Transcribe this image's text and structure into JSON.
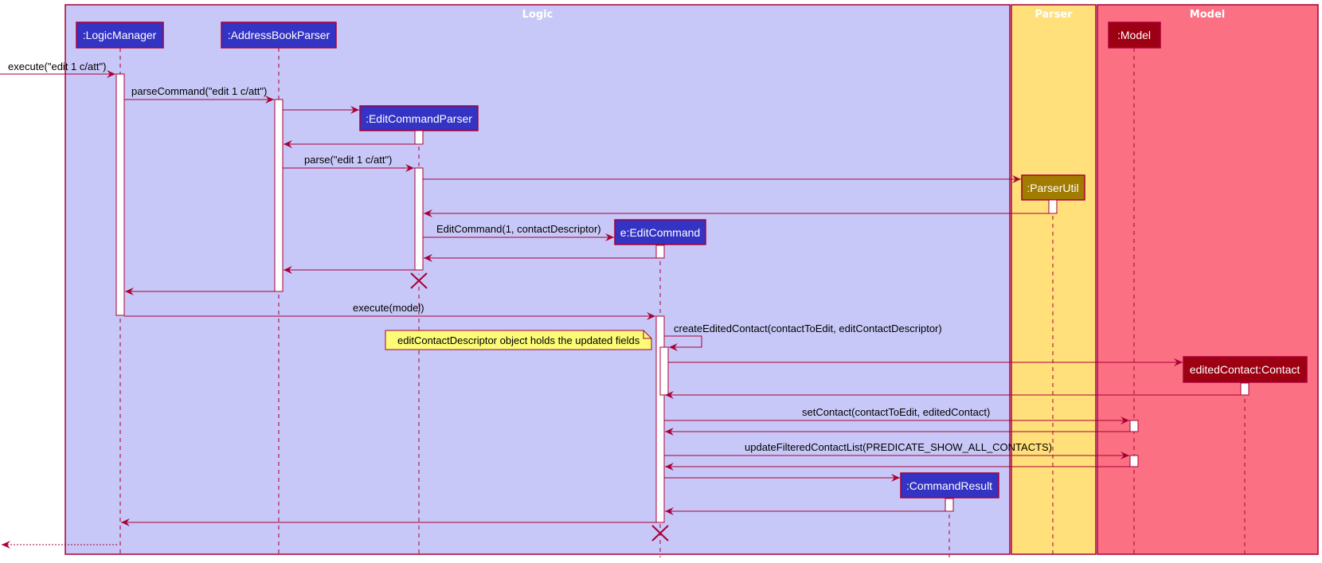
{
  "diagram": {
    "type": "sequence",
    "frames": [
      {
        "id": "logic",
        "title": "Logic",
        "color": "#C8C8F8"
      },
      {
        "id": "parser",
        "title": "Parser",
        "color": "#FFE07A"
      },
      {
        "id": "model",
        "title": "Model",
        "color": "#FB7183"
      }
    ],
    "participants": [
      {
        "id": "logicManager",
        "label": ":LogicManager",
        "frame": "logic",
        "fill": "#3333C4"
      },
      {
        "id": "addressBookParser",
        "label": ":AddressBookParser",
        "frame": "logic",
        "fill": "#3333C4"
      },
      {
        "id": "editCommandParser",
        "label": ":EditCommandParser",
        "frame": "logic",
        "fill": "#3333C4"
      },
      {
        "id": "editCommand",
        "label": "e:EditCommand",
        "frame": "logic",
        "fill": "#3333C4"
      },
      {
        "id": "commandResult",
        "label": ":CommandResult",
        "frame": "logic",
        "fill": "#3333C4"
      },
      {
        "id": "parserUtil",
        "label": ":ParserUtil",
        "frame": "parser",
        "fill": "#A17C00"
      },
      {
        "id": "model",
        "label": ":Model",
        "frame": "model",
        "fill": "#9D0012"
      },
      {
        "id": "editedContact",
        "label": "editedContact:Contact",
        "frame": "model",
        "fill": "#9D0012"
      }
    ],
    "messages": [
      {
        "from": "external",
        "to": "logicManager",
        "label": "execute(\"edit 1 c/att\")",
        "kind": "call"
      },
      {
        "from": "logicManager",
        "to": "addressBookParser",
        "label": "parseCommand(\"edit 1 c/att\")",
        "kind": "call"
      },
      {
        "from": "addressBookParser",
        "to": "editCommandParser",
        "label": "",
        "kind": "create"
      },
      {
        "from": "editCommandParser",
        "to": "addressBookParser",
        "label": "",
        "kind": "return"
      },
      {
        "from": "addressBookParser",
        "to": "editCommandParser",
        "label": "parse(\"edit 1 c/att\")",
        "kind": "call"
      },
      {
        "from": "editCommandParser",
        "to": "parserUtil",
        "label": "",
        "kind": "create"
      },
      {
        "from": "parserUtil",
        "to": "editCommandParser",
        "label": "",
        "kind": "return"
      },
      {
        "from": "editCommandParser",
        "to": "editCommand",
        "label": "EditCommand(1, contactDescriptor)",
        "kind": "create"
      },
      {
        "from": "editCommand",
        "to": "editCommandParser",
        "label": "",
        "kind": "return"
      },
      {
        "from": "editCommandParser",
        "to": "addressBookParser",
        "label": "",
        "kind": "return"
      },
      {
        "from": "addressBookParser",
        "to": "logicManager",
        "label": "",
        "kind": "return"
      },
      {
        "from": "logicManager",
        "to": "editCommand",
        "label": "execute(model)",
        "kind": "call"
      },
      {
        "from": "editCommand",
        "to": "editCommand",
        "label": "createEditedContact(contactToEdit, editContactDescriptor)",
        "kind": "self"
      },
      {
        "from": "editCommand",
        "to": "editedContact",
        "label": "",
        "kind": "create"
      },
      {
        "from": "editedContact",
        "to": "editCommand",
        "label": "",
        "kind": "return"
      },
      {
        "from": "editCommand",
        "to": "model",
        "label": "setContact(contactToEdit, editedContact)",
        "kind": "call"
      },
      {
        "from": "model",
        "to": "editCommand",
        "label": "",
        "kind": "return"
      },
      {
        "from": "editCommand",
        "to": "model",
        "label": "updateFilteredContactList(PREDICATE_SHOW_ALL_CONTACTS)",
        "kind": "call"
      },
      {
        "from": "model",
        "to": "editCommand",
        "label": "",
        "kind": "return"
      },
      {
        "from": "editCommand",
        "to": "commandResult",
        "label": "",
        "kind": "create"
      },
      {
        "from": "commandResult",
        "to": "editCommand",
        "label": "",
        "kind": "return"
      },
      {
        "from": "editCommand",
        "to": "logicManager",
        "label": "",
        "kind": "return"
      },
      {
        "from": "logicManager",
        "to": "external",
        "label": "",
        "kind": "return-dotted"
      }
    ],
    "destroyed": [
      "editCommandParser",
      "editCommand"
    ],
    "note": {
      "text": "editContactDescriptor object holds the updated fields",
      "fill": "#FBFB77"
    },
    "line_color": "#A80036"
  }
}
